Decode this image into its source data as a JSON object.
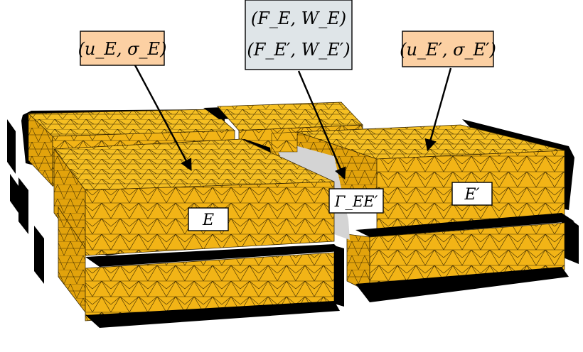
{
  "labels": {
    "element_e_variables": "(u_E, σ_E)",
    "interface_variables_e": "(F_E, W_E)",
    "interface_variables_eprime": "(F_E′, W_E′)",
    "element_eprime_variables": "(u_E′, σ_E′)",
    "interface_label": "Γ_EE′",
    "element_e_label": "E",
    "element_eprime_label": "E′"
  },
  "colors": {
    "mesh_fill": "#f2b416",
    "mesh_top": "#f5bf22",
    "mesh_side": "#e2a30c",
    "mesh_lines": "#3a2800",
    "shadow": "#000000",
    "orange_label_bg": "#fcd0a3",
    "grey_label_bg": "#dfe5e8",
    "interface_plane": "#d4d4d4"
  }
}
